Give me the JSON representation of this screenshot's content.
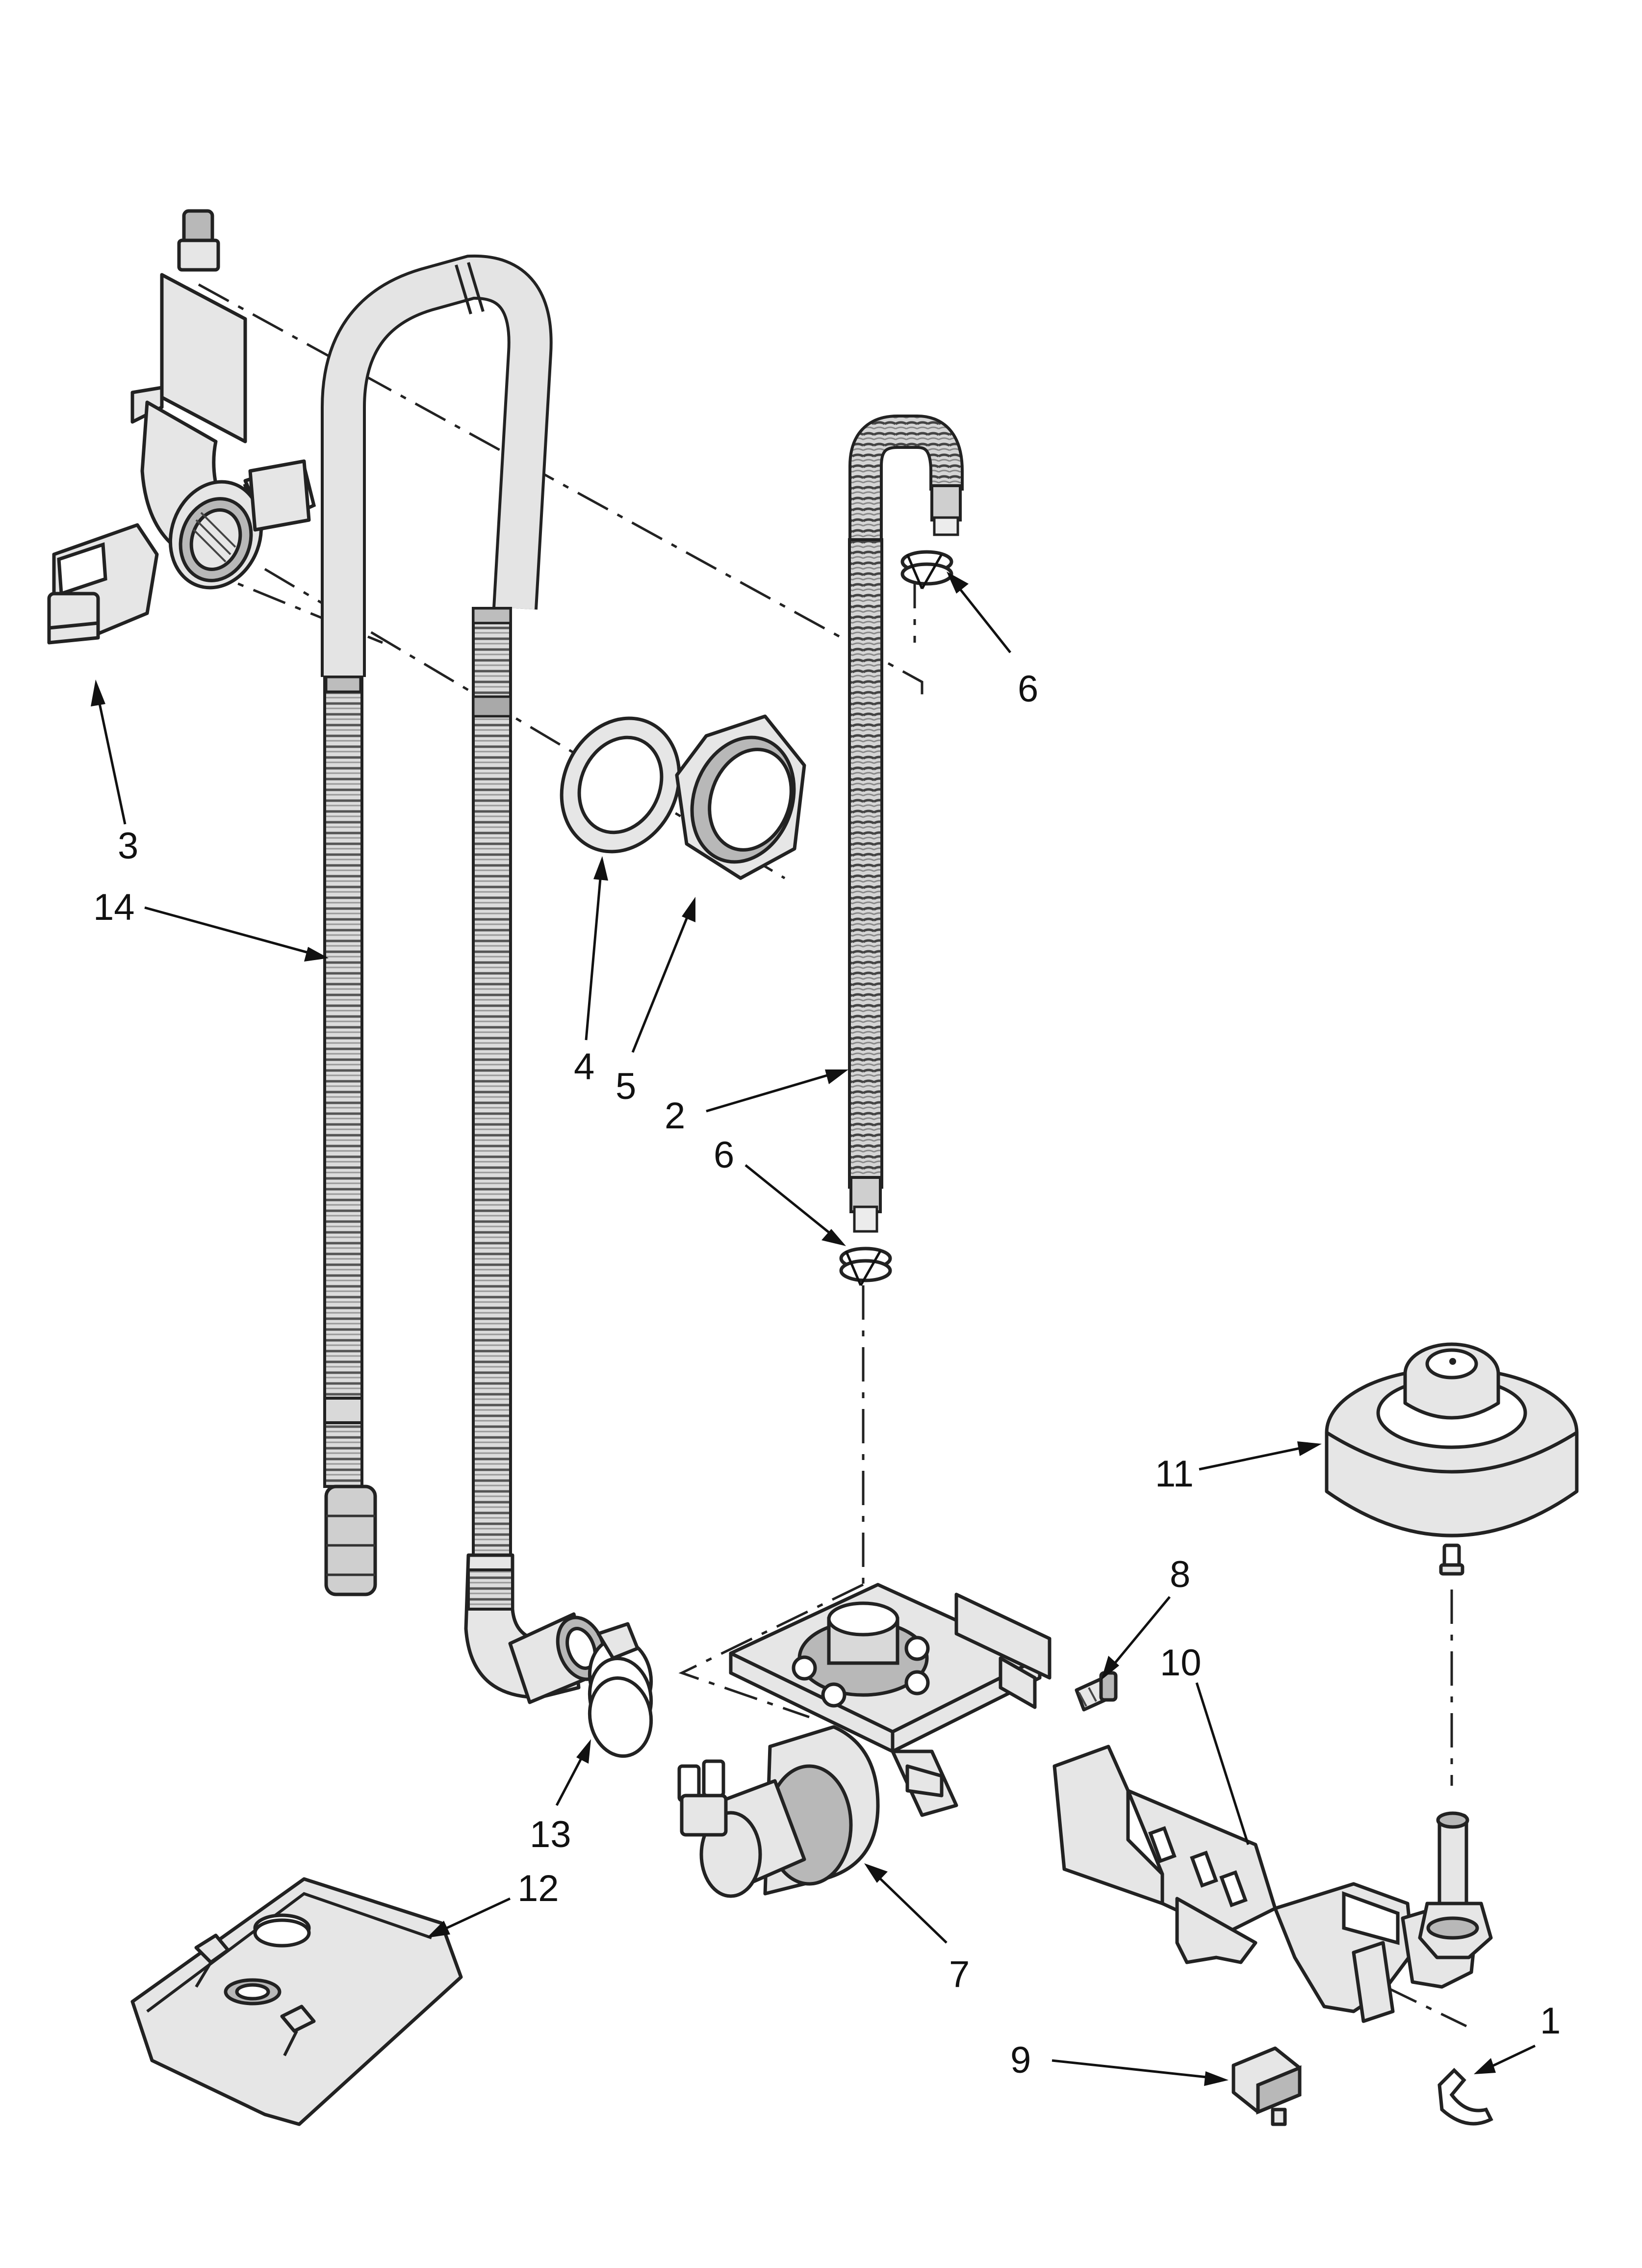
{
  "diagram": {
    "callouts": [
      {
        "id": "c1",
        "label": "1"
      },
      {
        "id": "c2",
        "label": "2"
      },
      {
        "id": "c3",
        "label": "3"
      },
      {
        "id": "c4",
        "label": "4"
      },
      {
        "id": "c5",
        "label": "5"
      },
      {
        "id": "c6a",
        "label": "6"
      },
      {
        "id": "c6b",
        "label": "6"
      },
      {
        "id": "c7",
        "label": "7"
      },
      {
        "id": "c8",
        "label": "8"
      },
      {
        "id": "c9",
        "label": "9"
      },
      {
        "id": "c10",
        "label": "10"
      },
      {
        "id": "c11",
        "label": "11"
      },
      {
        "id": "c12",
        "label": "12"
      },
      {
        "id": "c13",
        "label": "13"
      },
      {
        "id": "c14",
        "label": "14"
      }
    ]
  }
}
